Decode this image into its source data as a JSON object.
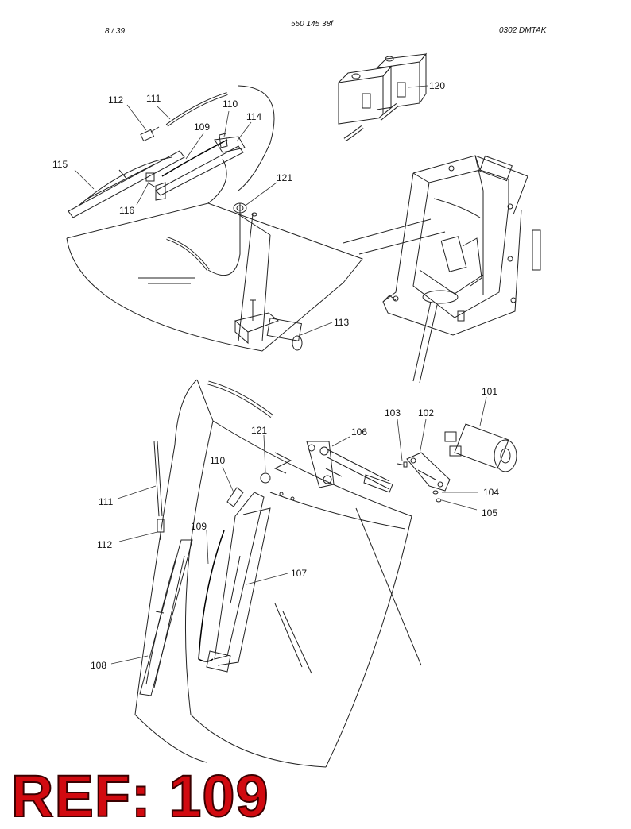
{
  "header": {
    "page": "8 / 39",
    "doc_number": "550 145 38f",
    "code": "0302   DMTAK"
  },
  "reference": "REF: 109",
  "callouts": {
    "top": [
      "112",
      "111",
      "110",
      "109",
      "114",
      "115",
      "116",
      "121",
      "113",
      "120"
    ],
    "bottom": [
      "101",
      "103",
      "102",
      "106",
      "121",
      "110",
      "111",
      "112",
      "109",
      "107",
      "104",
      "105",
      "108"
    ]
  }
}
